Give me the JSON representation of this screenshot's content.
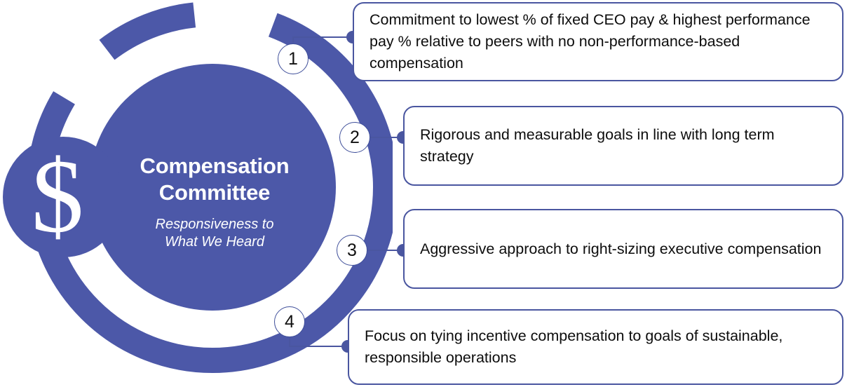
{
  "theme": {
    "primary_blue": "#4a56a0",
    "ring_blue": "#4c58a8",
    "card_border": "#4a56a0",
    "card_background": "#ffffff",
    "badge_background": "#ffffff",
    "text_color": "#0d0d0d",
    "hub_text_color": "#ffffff"
  },
  "hub": {
    "icon": "dollar-sign-icon",
    "icon_glyph": "$",
    "title_line_1": "Compensation",
    "title_line_2": "Committee",
    "subtitle_line_1": "Responsiveness to",
    "subtitle_line_2": "What We Heard"
  },
  "items": [
    {
      "number": "1",
      "text": "Commitment to lowest % of fixed CEO pay & highest performance pay % relative to peers with no non-performance-based compensation"
    },
    {
      "number": "2",
      "text": "Rigorous and measurable goals in line with long term strategy"
    },
    {
      "number": "3",
      "text": "Aggressive approach to right-sizing executive compensation"
    },
    {
      "number": "4",
      "text": "Focus on tying incentive compensation to goals of sustainable, responsible operations"
    }
  ]
}
